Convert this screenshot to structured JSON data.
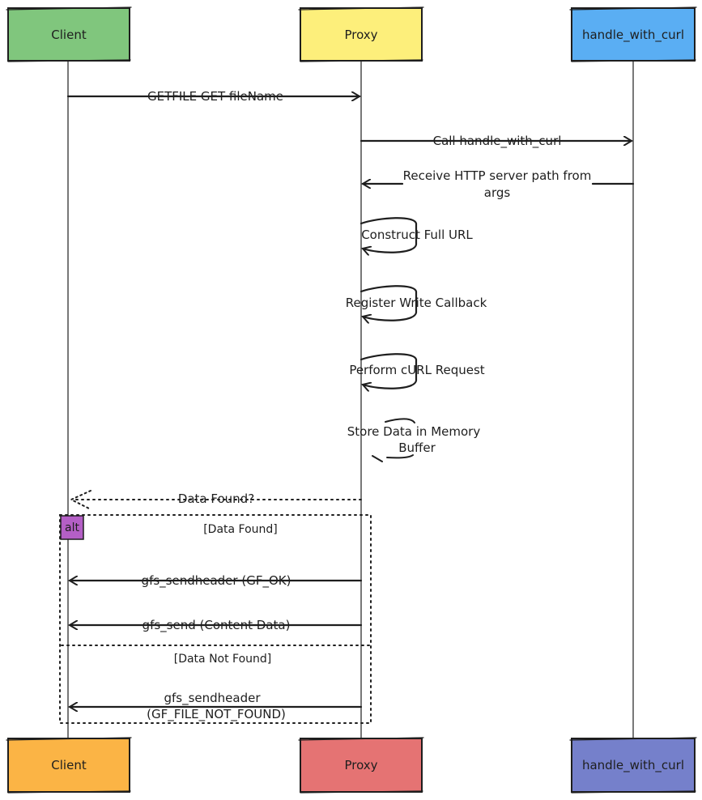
{
  "participants": {
    "client": {
      "top": "Client",
      "bottom": "Client",
      "top_color": "#80c67d",
      "bottom_color": "#fbb445"
    },
    "proxy": {
      "top": "Proxy",
      "bottom": "Proxy",
      "top_color": "#fdef7b",
      "bottom_color": "#e57373"
    },
    "curl": {
      "top": "handle_with_curl",
      "bottom": "handle_with_curl",
      "top_color": "#5aaef3",
      "bottom_color": "#7580cb"
    }
  },
  "messages": {
    "m1": "GETFILE GET fileName",
    "m2": "Call handle_with_curl",
    "m3_line1": "Receive HTTP server path from",
    "m3_line2": "args",
    "m4": "Construct Full URL",
    "m5": "Register Write Callback",
    "m6": "Perform cURL Request",
    "m7_line1": "Store Data in Memory",
    "m7_line2": "Buffer",
    "m8": "Data Found?",
    "m9": "gfs_sendheader (GF_OK)",
    "m10": "gfs_send (Content Data)",
    "m11_line1": "gfs_sendheader",
    "m11_line2": "(GF_FILE_NOT_FOUND)"
  },
  "alt_block": {
    "tag": "alt",
    "tag_color": "#b45fc6",
    "branch1": "[Data Found]",
    "branch2": "[Data Not Found]"
  }
}
